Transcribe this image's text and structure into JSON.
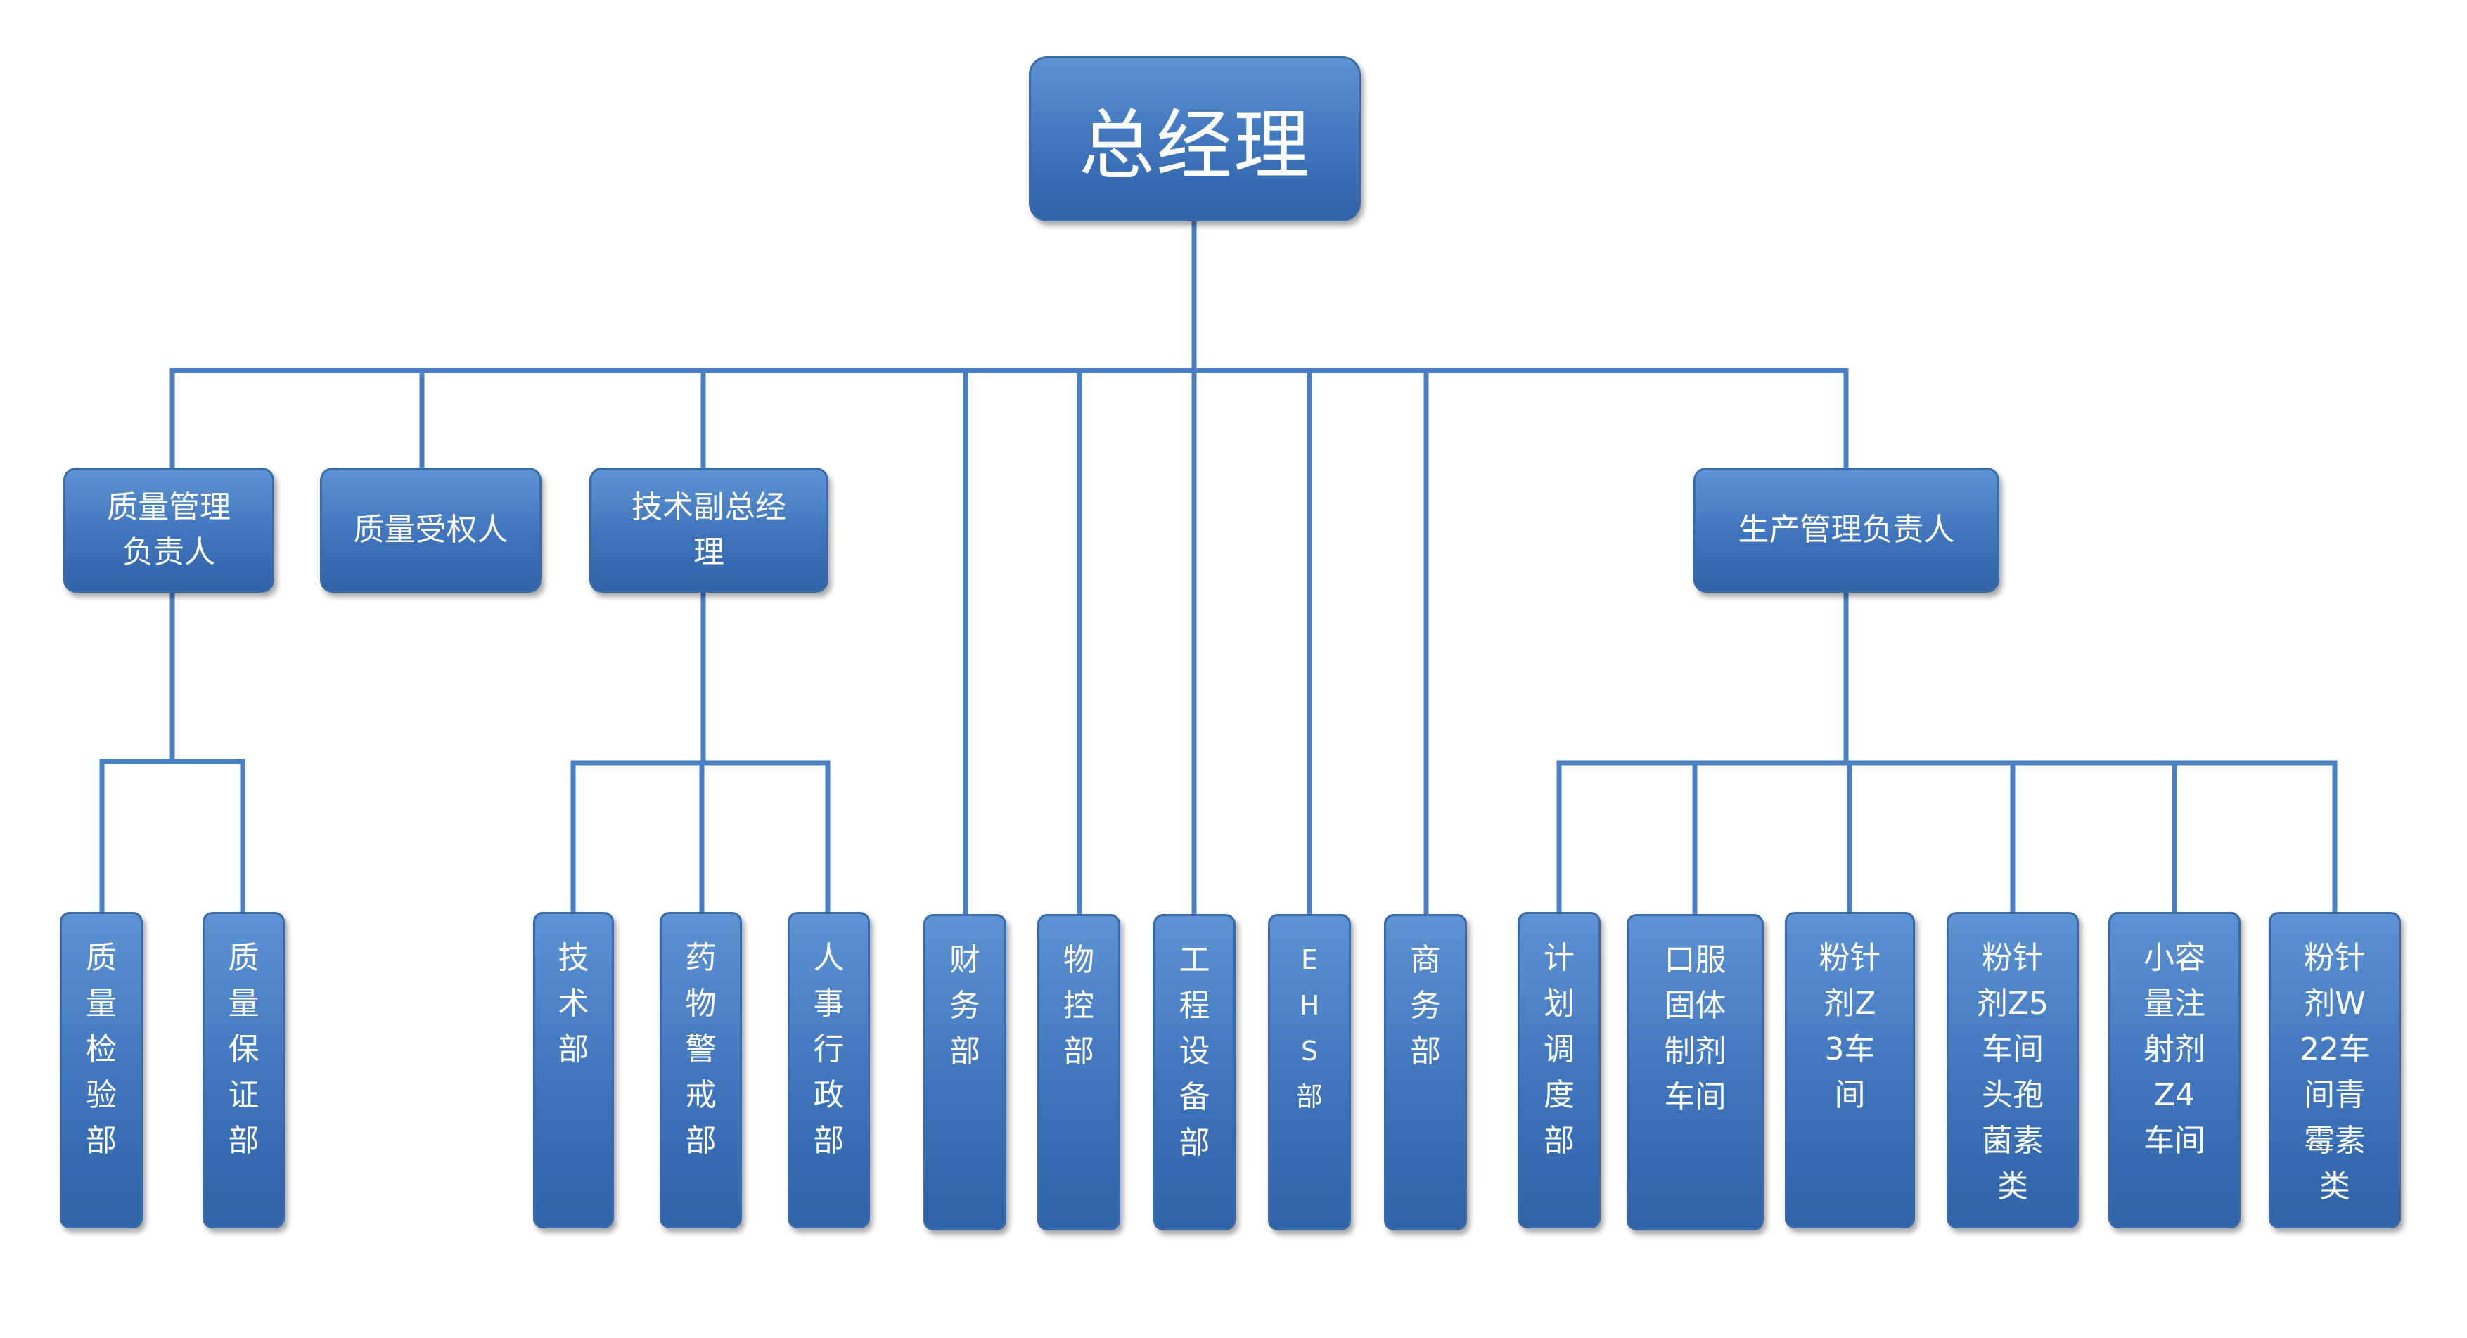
{
  "root": {
    "label": "总经理"
  },
  "level1": {
    "quality_mgmt": "质量管理负责人",
    "quality_auth": "质量受权人",
    "tech_vp": "技术副总经理",
    "production_mgmt": "生产管理负责人"
  },
  "departments": {
    "qc": "质量检验部",
    "qa": "质量保证部",
    "tech": "技术部",
    "pv": "药物警戒部",
    "hr": "人事行政部",
    "finance": "财务部",
    "material": "物控部",
    "engineering": "工程设备部",
    "ehs": "EHS部",
    "business": "商务部",
    "planning": "计划调度部",
    "oral_solid": "口服固体制剂车间",
    "z3": "粉针剂Z3车间",
    "z5": "粉针剂Z5车间头孢菌素类",
    "z4": "小容量注射剂Z4车间",
    "w22": "粉针剂W22车间青霉素类"
  },
  "colors": {
    "node_fill": "#4a7fc4",
    "node_border": "#3a6aa8",
    "connector": "#4a7fc4",
    "text": "#ffffff"
  }
}
